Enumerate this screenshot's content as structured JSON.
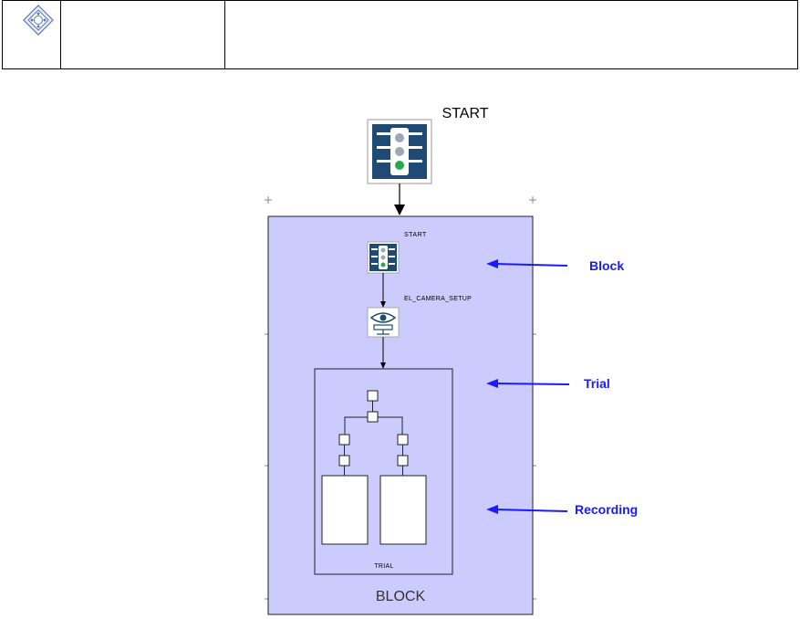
{
  "header_table": {
    "icon": "sequence-node-icon"
  },
  "diagram": {
    "top_node_label": "START",
    "block": {
      "inner_start_label": "START",
      "camera_setup_label": "EL_CAMERA_SETUP",
      "trial_label": "TRIAL",
      "block_label": "BLOCK",
      "fill_color": "#cccbfd"
    },
    "annotations": [
      {
        "text": "Block",
        "color": "#1a1aff"
      },
      {
        "text": "Trial",
        "color": "#1a1aff"
      },
      {
        "text": "Recording",
        "color": "#1a1aff"
      }
    ],
    "icons": [
      "traffic-light-icon",
      "eye-camera-icon"
    ]
  }
}
